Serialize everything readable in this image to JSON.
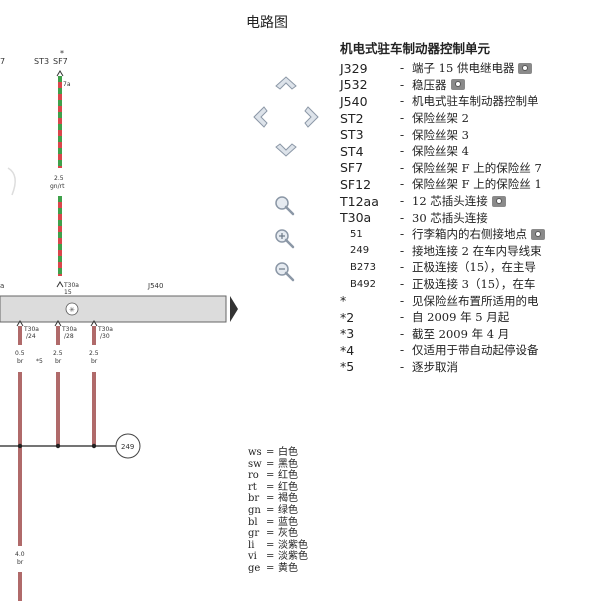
{
  "header": {
    "title": "电路图"
  },
  "diagram": {
    "top_labels": {
      "st3": "ST3",
      "sf7": "SF7",
      "star": "*",
      "pin_top": "7a",
      "left_cut": "7"
    },
    "wire_top": {
      "gauge": "2.5",
      "color": "gn/rt"
    },
    "connector": {
      "t30a": "T30a",
      "pin": "15",
      "j540": "J540"
    },
    "bottom_pins": [
      {
        "t": "T30a",
        "p": "/24"
      },
      {
        "t": "T30a",
        "p": "/28"
      },
      {
        "t": "T30a",
        "p": "/30"
      }
    ],
    "bottom_wires": [
      {
        "gauge": "0.5",
        "color": "br"
      },
      {
        "gauge": "2.5",
        "color": "br"
      },
      {
        "gauge": "2.5",
        "color": "br"
      }
    ],
    "note5": "*5",
    "ground_ref": "249",
    "lower_wire": {
      "gauge": "4.0",
      "color": "br"
    },
    "left_cut_label": "a"
  },
  "legend": {
    "heading": "机电式驻车制动器控制单元",
    "rows": [
      {
        "code": "J329",
        "desc": "端子 15 供电继电器",
        "cam": true,
        "small": false
      },
      {
        "code": "J532",
        "desc": "稳压器",
        "cam": true,
        "small": false
      },
      {
        "code": "J540",
        "desc": "机电式驻车制动器控制单",
        "cam": false,
        "small": false
      },
      {
        "code": "ST2",
        "desc": "保险丝架 2",
        "cam": false,
        "small": false
      },
      {
        "code": "ST3",
        "desc": "保险丝架 3",
        "cam": false,
        "small": false
      },
      {
        "code": "ST4",
        "desc": "保险丝架 4",
        "cam": false,
        "small": false
      },
      {
        "code": "SF7",
        "desc": "保险丝架 F 上的保险丝 7",
        "cam": false,
        "small": false
      },
      {
        "code": "SF12",
        "desc": "保险丝架 F 上的保险丝 1",
        "cam": false,
        "small": false
      },
      {
        "code": "T12aa",
        "desc": "12 芯插头连接",
        "cam": true,
        "small": false
      },
      {
        "code": "T30a",
        "desc": "30 芯插头连接",
        "cam": false,
        "small": false
      },
      {
        "code": "51",
        "desc": "行李箱内的右侧接地点",
        "cam": true,
        "small": true
      },
      {
        "code": "249",
        "desc": "接地连接 2 在车内导线束",
        "cam": false,
        "small": true
      },
      {
        "code": "B273",
        "desc": "正极连接（15），在主导",
        "cam": false,
        "small": true
      },
      {
        "code": "B492",
        "desc": "正极连接 3（15），在车",
        "cam": false,
        "small": true
      },
      {
        "code": "*",
        "desc": "见保险丝布置所适用的电",
        "cam": false,
        "small": false
      },
      {
        "code": "*2",
        "desc": "自 2009 年 5 月起",
        "cam": false,
        "small": false
      },
      {
        "code": "*3",
        "desc": "截至 2009 年 4 月",
        "cam": false,
        "small": false
      },
      {
        "code": "*4",
        "desc": "仅适用于带自动起停设备",
        "cam": false,
        "small": false
      },
      {
        "code": "*5",
        "desc": "逐步取消",
        "cam": false,
        "small": false
      }
    ]
  },
  "colors": [
    {
      "k": "ws",
      "v": "白色"
    },
    {
      "k": "sw",
      "v": "黑色"
    },
    {
      "k": "ro",
      "v": "红色"
    },
    {
      "k": "rt",
      "v": "红色"
    },
    {
      "k": "br",
      "v": "褐色"
    },
    {
      "k": "gn",
      "v": "绿色"
    },
    {
      "k": "bl",
      "v": "蓝色"
    },
    {
      "k": "gr",
      "v": "灰色"
    },
    {
      "k": "li",
      "v": "淡紫色"
    },
    {
      "k": "vi",
      "v": "淡紫色"
    },
    {
      "k": "ge",
      "v": "黄色"
    }
  ],
  "theme": {
    "wire_brown": "#b06a6a",
    "wire_green": "#3fa04a",
    "wire_red": "#d9464b",
    "bar_gray": "#dcdcdc",
    "nav_gray": "#8b97a6"
  }
}
